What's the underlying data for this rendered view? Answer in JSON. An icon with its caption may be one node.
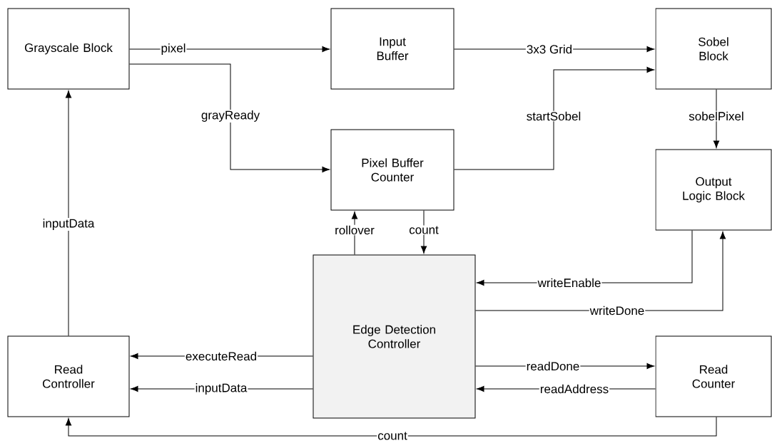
{
  "diagram": {
    "nodes": [
      {
        "text": [
          "Grayscale Block"
        ]
      },
      {
        "text": [
          "Input Buffer"
        ]
      },
      {
        "text": [
          "Sobel Block"
        ]
      },
      {
        "text": [
          "Pixel Buffer Counter"
        ]
      },
      {
        "text": [
          "Output Logic Block"
        ]
      },
      {
        "text": [
          "Edge Detection Controller"
        ]
      },
      {
        "text": [
          "Read Controller"
        ]
      },
      {
        "text": [
          "Read Counter"
        ]
      }
    ],
    "edges": [
      {
        "from": 0,
        "to": 1,
        "arrow": "to",
        "label": "pixel"
      },
      {
        "from": 1,
        "to": 2,
        "arrow": "to",
        "label": "3x3 Grid"
      },
      {
        "from": 0,
        "to": 3,
        "arrow": "to",
        "label": "grayReady"
      },
      {
        "from": 3,
        "to": 2,
        "arrow": "to",
        "label": "startSobel"
      },
      {
        "from": 2,
        "to": 4,
        "arrow": "to",
        "label": "sobelPixel"
      },
      {
        "from": 5,
        "to": 3,
        "arrow": "to",
        "label": "rollover"
      },
      {
        "from": 3,
        "to": 5,
        "arrow": "to",
        "label": "count"
      },
      {
        "from": 4,
        "to": 5,
        "arrow": "to",
        "label": "writeEnable"
      },
      {
        "from": 5,
        "to": 4,
        "arrow": "to",
        "label": "writeDone"
      },
      {
        "from": 5,
        "to": 6,
        "arrow": "to",
        "label": "executeRead"
      },
      {
        "from": 5,
        "to": 6,
        "arrow": "to",
        "label": "inputData"
      },
      {
        "from": 5,
        "to": 7,
        "arrow": "to",
        "label": "readDone"
      },
      {
        "from": 7,
        "to": 5,
        "arrow": "to",
        "label": "readAddress"
      },
      {
        "from": 7,
        "to": 6,
        "arrow": "to",
        "label": "count"
      },
      {
        "from": 6,
        "to": 0,
        "arrow": "to",
        "label": "inputData"
      }
    ]
  }
}
